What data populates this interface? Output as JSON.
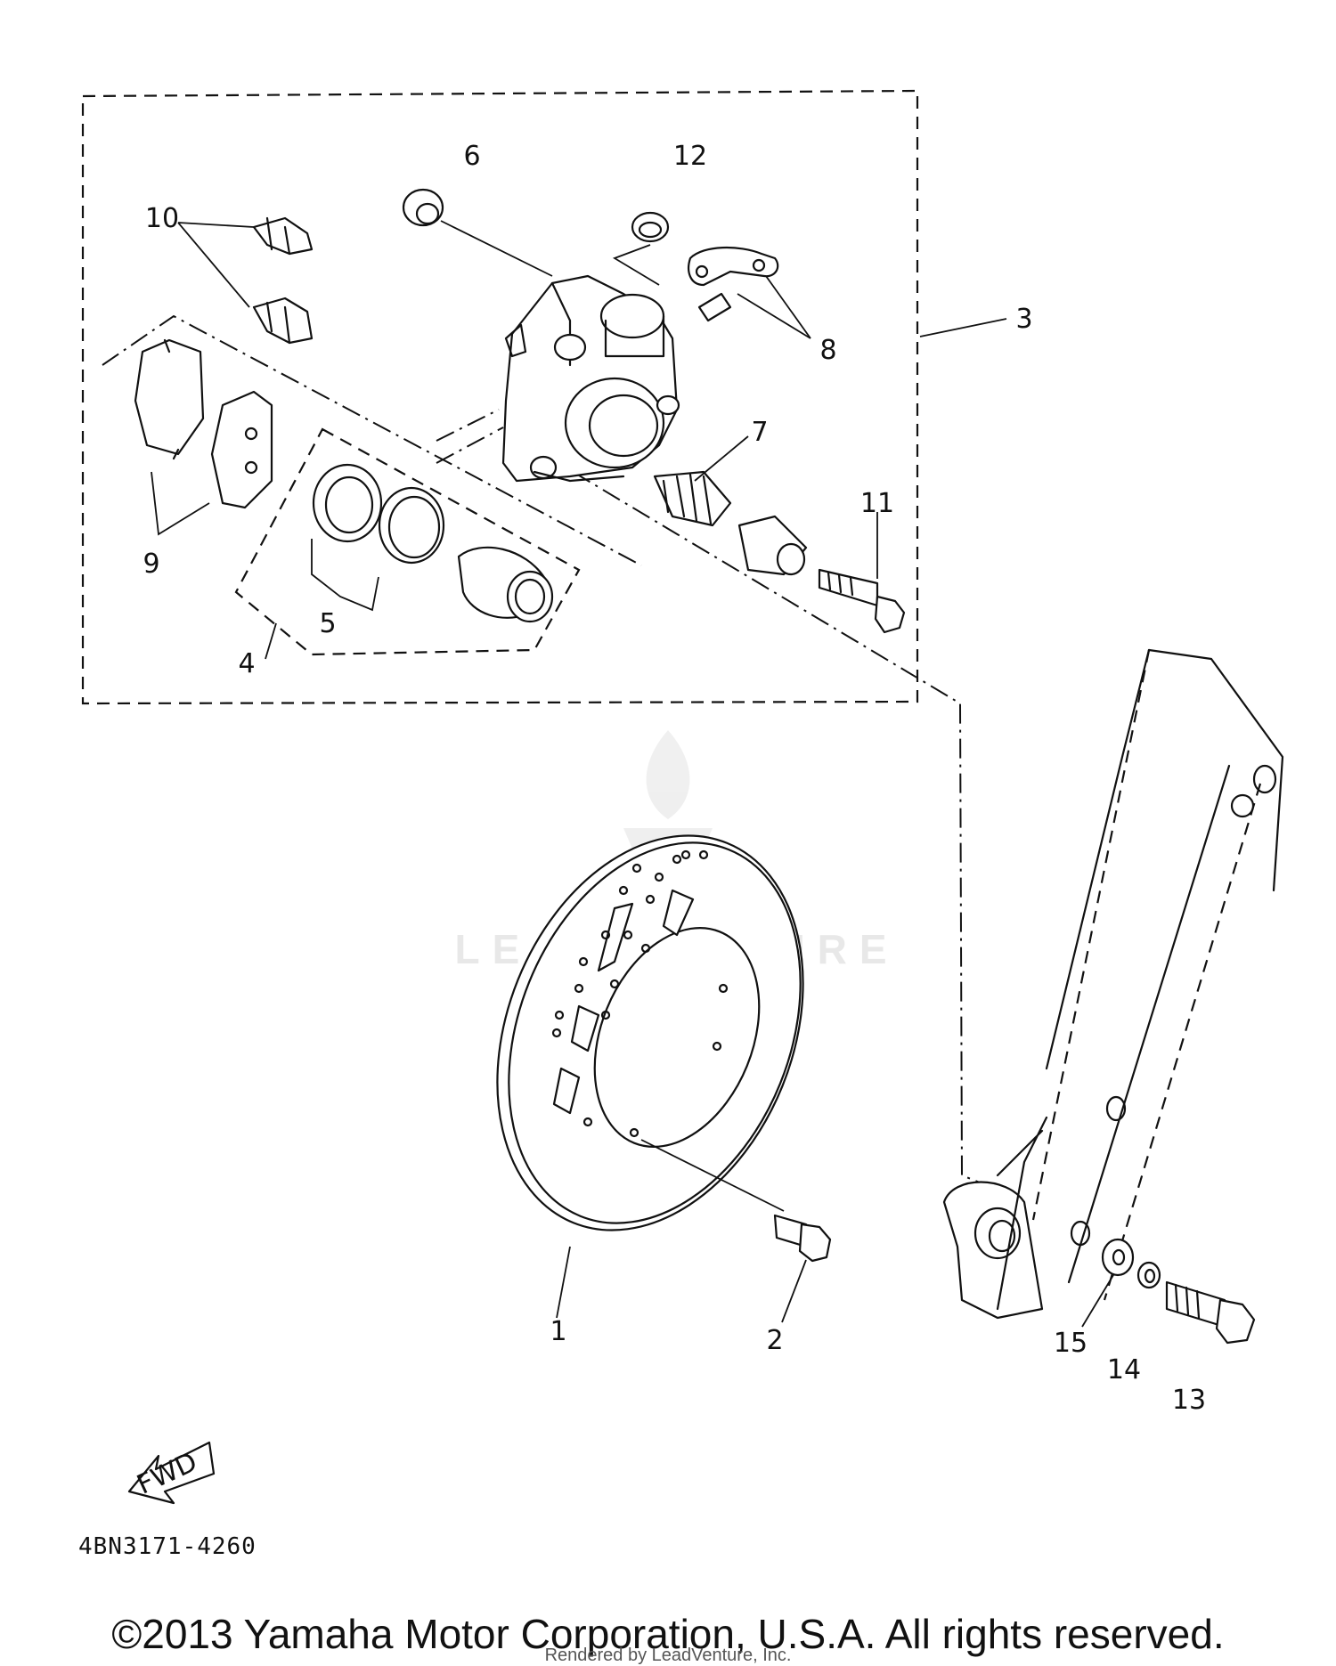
{
  "diagram": {
    "part_code": "4BN3171-4260",
    "fwd_label": "FWD",
    "watermark": "LEADVENTURE",
    "callouts": [
      "1",
      "2",
      "3",
      "4",
      "5",
      "6",
      "7",
      "8",
      "9",
      "10",
      "11",
      "12",
      "13",
      "14",
      "15"
    ]
  },
  "footer": {
    "copyright": "©2013 Yamaha Motor Corporation, U.S.A. All rights reserved.",
    "rendered_by": "Rendered by LeadVenture, Inc."
  }
}
